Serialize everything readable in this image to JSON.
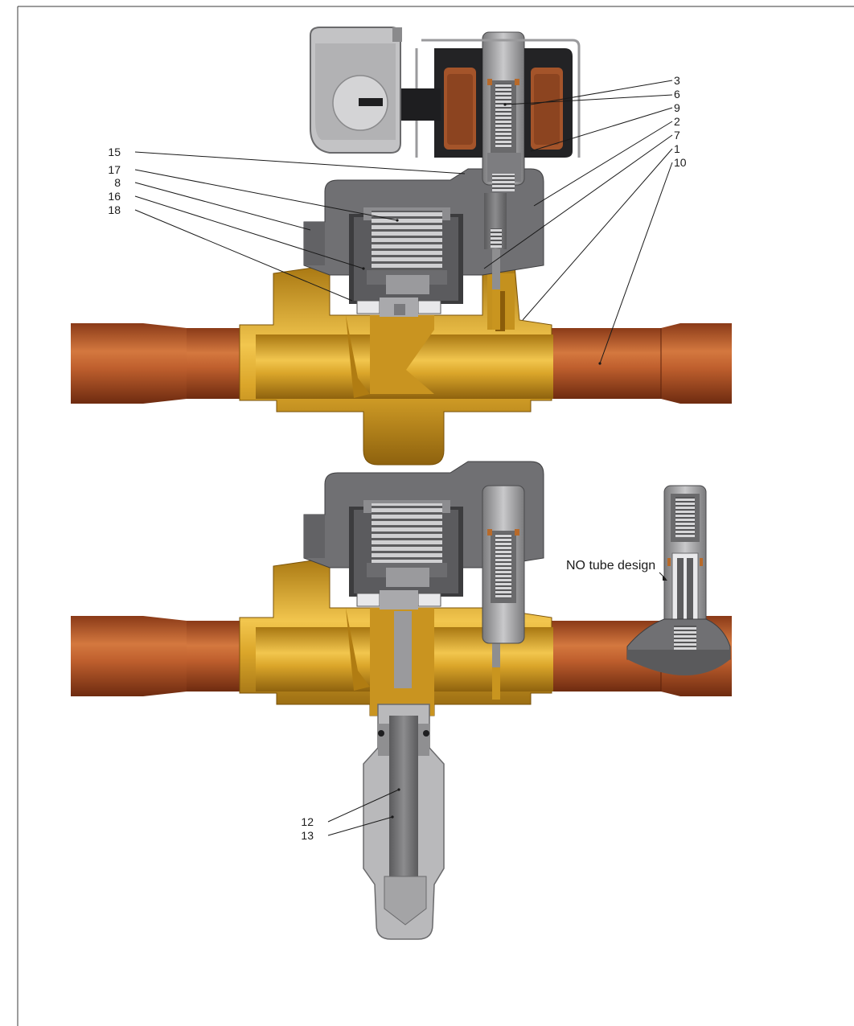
{
  "diagram": {
    "callouts_top": [
      {
        "id": "3",
        "text": "3"
      },
      {
        "id": "6",
        "text": "6"
      },
      {
        "id": "9",
        "text": "9"
      },
      {
        "id": "2",
        "text": "2"
      },
      {
        "id": "7",
        "text": "7"
      },
      {
        "id": "1",
        "text": "1"
      },
      {
        "id": "10",
        "text": "10"
      },
      {
        "id": "15",
        "text": "15"
      },
      {
        "id": "17",
        "text": "17"
      },
      {
        "id": "8",
        "text": "8"
      },
      {
        "id": "16",
        "text": "16"
      },
      {
        "id": "18",
        "text": "18"
      }
    ],
    "callouts_bottom": [
      {
        "id": "12",
        "text": "12"
      },
      {
        "id": "13",
        "text": "13"
      }
    ],
    "inset_note": "NO tube design"
  },
  "colors": {
    "copper": "#b5562a",
    "copper_light": "#d97a45",
    "copper_dark": "#7a3216",
    "brass": "#d9a224",
    "brass_light": "#f0c34a",
    "brass_dark": "#9a6d10",
    "steel": "#6e6e70",
    "steel_light": "#a9a9ab",
    "steel_dark": "#4a4a4c",
    "coil": "#a5532b",
    "plastic": "#2a2a2a",
    "cap": "#b8b8ba"
  }
}
